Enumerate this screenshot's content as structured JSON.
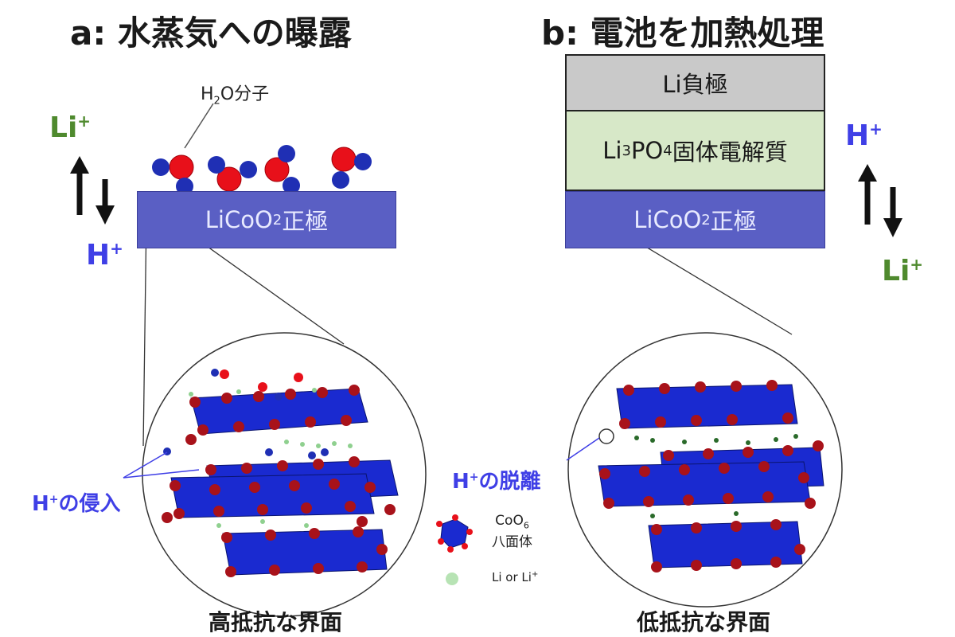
{
  "panel_a": {
    "title": "a: 水蒸気への曝露",
    "h2o_label": "H",
    "h2o_sub": "2",
    "h2o_suffix": "O分子",
    "li_ion": "Li",
    "h_ion": "H",
    "cathode_label": "LiCoO",
    "cathode_sub": "2",
    "cathode_suffix": "正極",
    "annotation": "H",
    "annotation_suffix": "の侵入",
    "caption": "高抵抗な界面"
  },
  "panel_b": {
    "title": "b: 電池を加熱処理",
    "anode_label": "Li負極",
    "electrolyte_prefix": "Li",
    "electrolyte_sub1": "3",
    "electrolyte_mid": "PO",
    "electrolyte_sub2": "4",
    "electrolyte_suffix": "固体電解質",
    "cathode_label": "LiCoO",
    "cathode_sub": "2",
    "cathode_suffix": "正極",
    "h_ion": "H",
    "li_ion": "Li",
    "annotation": "H",
    "annotation_suffix": "の脱離",
    "caption": "低抵抗な界面"
  },
  "ion_plus": "+",
  "legend": {
    "coo6_main": "CoO",
    "coo6_sub": "6",
    "coo6_second": "八面体",
    "li_text": "Li or Li",
    "li_sup": "+"
  },
  "colors": {
    "cathode": "#5a5fc4",
    "electrolyte": "#d7e8c8",
    "anode": "#c9c9c9",
    "h_ion": "#3f3fe6",
    "li_ion": "#4f8a2e",
    "oxygen": "#e8101a",
    "hydrogen": "#1f2fb4",
    "octahedron": "#1a2ad0",
    "li_atom": "#8fd08f"
  }
}
